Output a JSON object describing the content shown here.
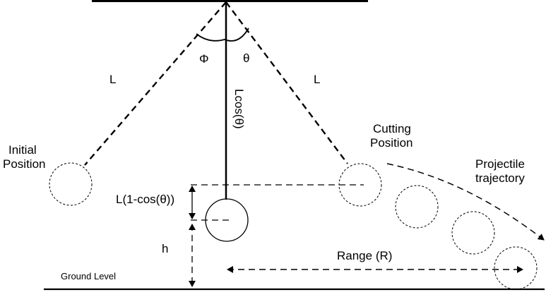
{
  "labels": {
    "length_left": "L",
    "length_right": "L",
    "angle_phi": "Φ",
    "angle_theta": "θ",
    "vertical_length": "Lcos(θ)",
    "initial_position_line1": "Initial",
    "initial_position_line2": "Position",
    "cutting_position_line1": "Cutting",
    "cutting_position_line2": "Position",
    "projectile_line1": "Projectile",
    "projectile_line2": "trajectory",
    "height_drop": "L(1-cos(θ))",
    "height": "h",
    "range": "Range (R)",
    "ground": "Ground Level"
  }
}
